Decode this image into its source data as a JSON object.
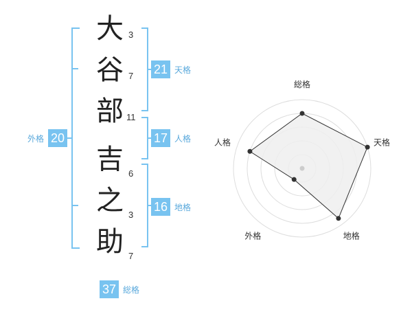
{
  "name": {
    "chars": [
      "大",
      "谷",
      "部",
      "吉",
      "之",
      "助"
    ],
    "strokes": [
      "3",
      "7",
      "11",
      "6",
      "3",
      "7"
    ]
  },
  "scores": {
    "tenkaku": {
      "value": "21",
      "label": "天格"
    },
    "jinkaku": {
      "value": "17",
      "label": "人格"
    },
    "chikaku": {
      "value": "16",
      "label": "地格"
    },
    "gaikaku": {
      "value": "20",
      "label": "外格"
    },
    "soukaku": {
      "value": "37",
      "label": "総格"
    }
  },
  "radar": {
    "axes": [
      "総格",
      "天格",
      "地格",
      "外格",
      "人格"
    ],
    "values": [
      0.8,
      1.0,
      0.9,
      0.2,
      0.8
    ],
    "fill_color": "#efefef",
    "line_color": "#333333",
    "ring_color": "#dddddd",
    "center_dot_color": "#cccccc"
  },
  "colors": {
    "accent": "#78c3f0",
    "label_text": "#5aa9dc"
  }
}
